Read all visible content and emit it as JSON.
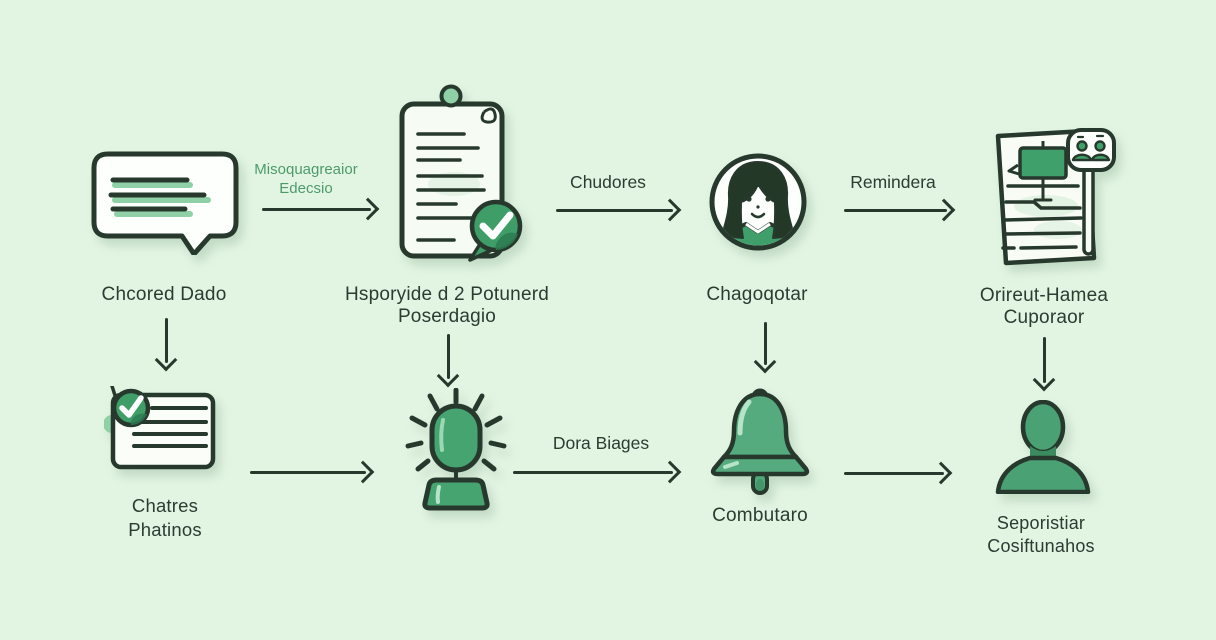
{
  "colors": {
    "background": "#e2f5e3",
    "ink_outline": "#27392d",
    "label_text": "#2b3c31",
    "accent_green": "#46a173",
    "accent_green_light": "#8fd0a6",
    "arrow_label_green": "#4d9a69",
    "paper": "#f7fcf5"
  },
  "top_row": {
    "step1": {
      "icon": "speech-bubble-icon",
      "label": "Chcored Dado"
    },
    "arrow1": {
      "label_line1": "Misoquagreaior",
      "label_line2": "Edecsio"
    },
    "step2": {
      "icon": "clipboard-check-icon",
      "label_line1": "Hsporyide d 2 Potunerd",
      "label_line2": "Poserdagio"
    },
    "arrow2": {
      "label": "Chudores"
    },
    "step3": {
      "icon": "woman-avatar-icon",
      "label": "Chagoqotar"
    },
    "arrow3": {
      "label": "Remindera"
    },
    "step4": {
      "icon": "report-people-icon",
      "label_line1": "Orireut-Hamea",
      "label_line2": "Cuporaor"
    }
  },
  "bottom_row": {
    "step5": {
      "icon": "checklist-card-icon",
      "label_line1": "Chatres",
      "label_line2": "Phatinos"
    },
    "step6": {
      "icon": "idea-person-icon"
    },
    "arrow_mid": {
      "label": "Dora Biages"
    },
    "step7": {
      "icon": "bell-icon",
      "label": "Combutaro"
    },
    "step8": {
      "icon": "person-silhouette-icon",
      "label_line1": "Seporistiar",
      "label_line2": "Cosiftunahos"
    }
  }
}
